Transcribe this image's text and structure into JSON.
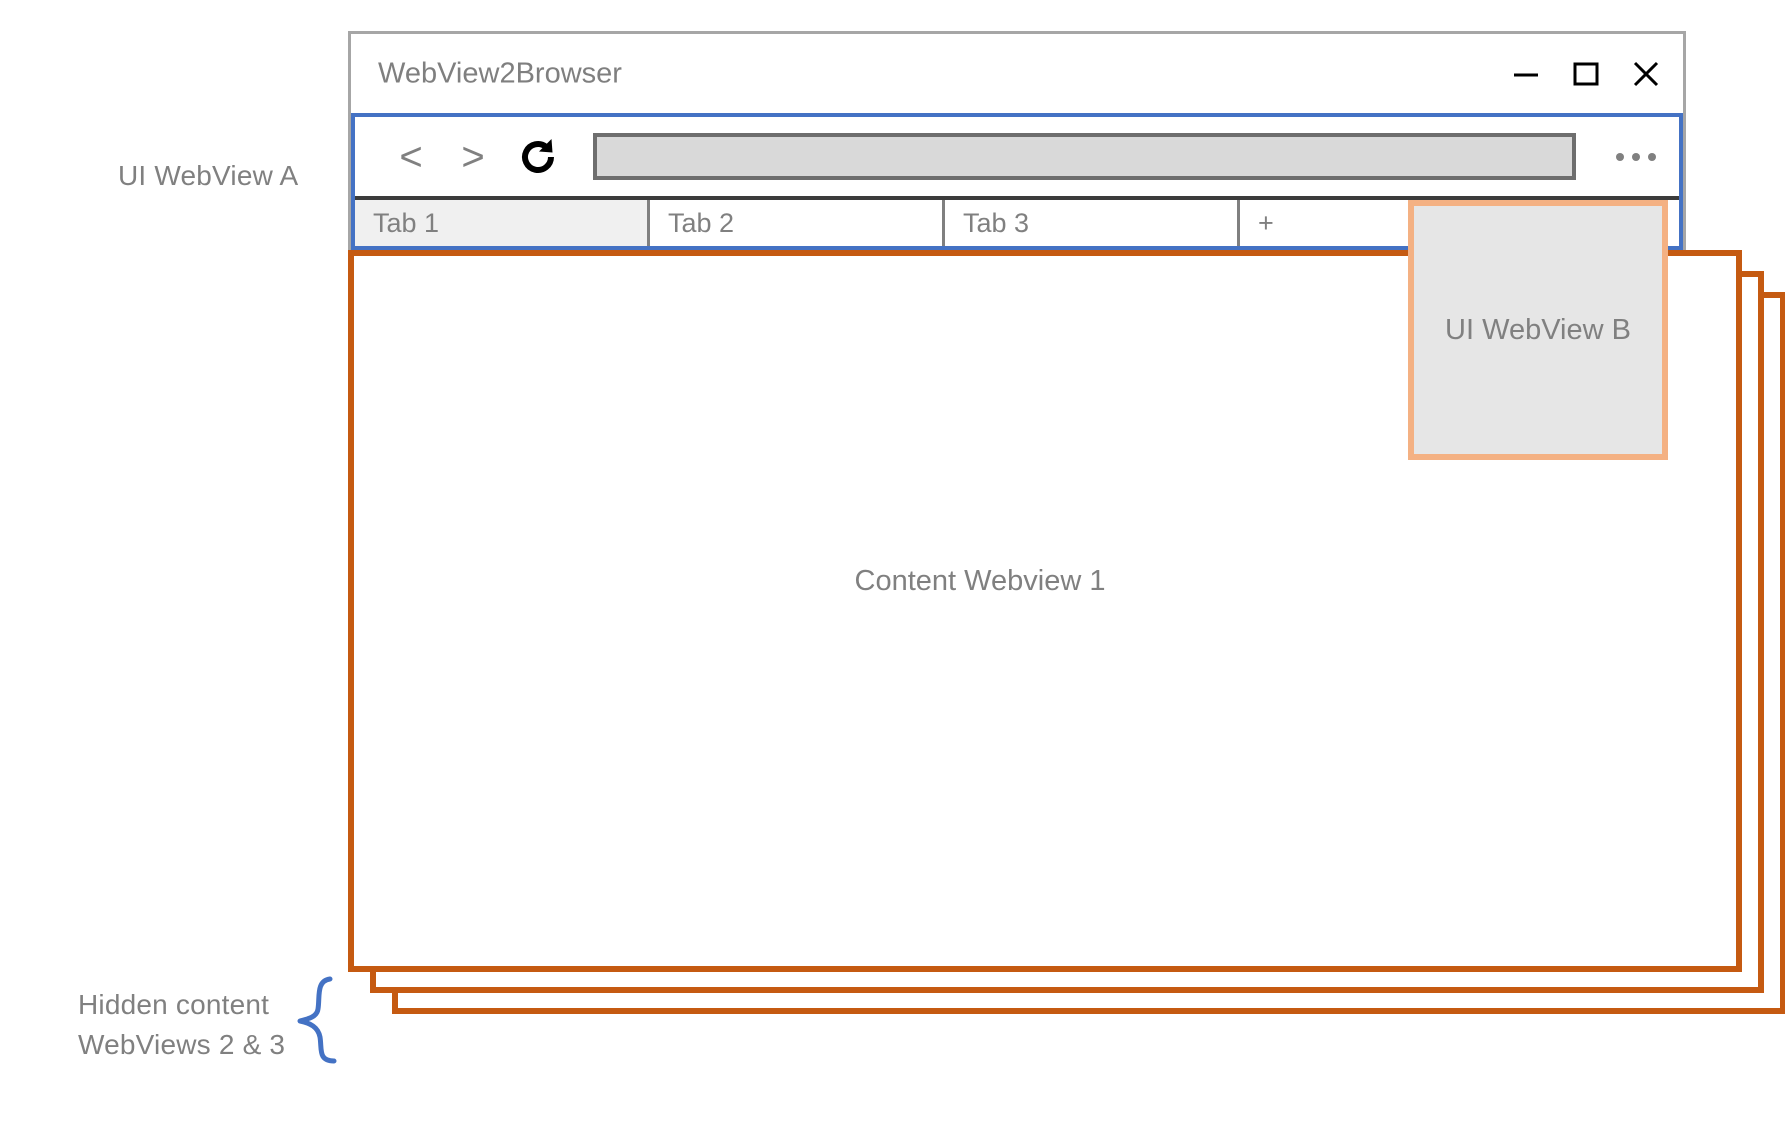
{
  "annotations": {
    "ui_webview_a_label": "UI WebView A",
    "ui_webview_b_label": "UI WebView B",
    "hidden_content_label": "Hidden content\nWebViews 2 & 3",
    "content_webview_label": "Content Webview 1"
  },
  "window": {
    "title": "WebView2Browser",
    "controls": [
      {
        "name": "minimize",
        "glyph": "—"
      },
      {
        "name": "maximize",
        "glyph": "□"
      },
      {
        "name": "close",
        "glyph": "✕"
      }
    ]
  },
  "toolbar": {
    "back_label": "<",
    "forward_label": ">",
    "reload_icon": "reload-icon",
    "address_value": "",
    "address_placeholder": "",
    "overflow_label": "..."
  },
  "tabs": [
    {
      "label": "Tab 1",
      "active": true
    },
    {
      "label": "Tab 2",
      "active": false
    },
    {
      "label": "Tab 3",
      "active": false
    },
    {
      "label": "+",
      "active": false
    }
  ],
  "colors": {
    "window_border": "#a6a6a6",
    "ui_webview_a_border": "#4472c4",
    "ui_webview_b_border": "#f4b183",
    "ui_webview_b_fill": "#e6e6e6",
    "content_frame_border": "#c55a11",
    "brace": "#4472c4",
    "text_gray": "#808080",
    "address_fill": "#d9d9d9",
    "address_border": "#6e6e6e",
    "tab_active_fill": "#f0f0f0",
    "tab_divider": "#808080",
    "toolbar_divider": "#3b3b3b"
  }
}
